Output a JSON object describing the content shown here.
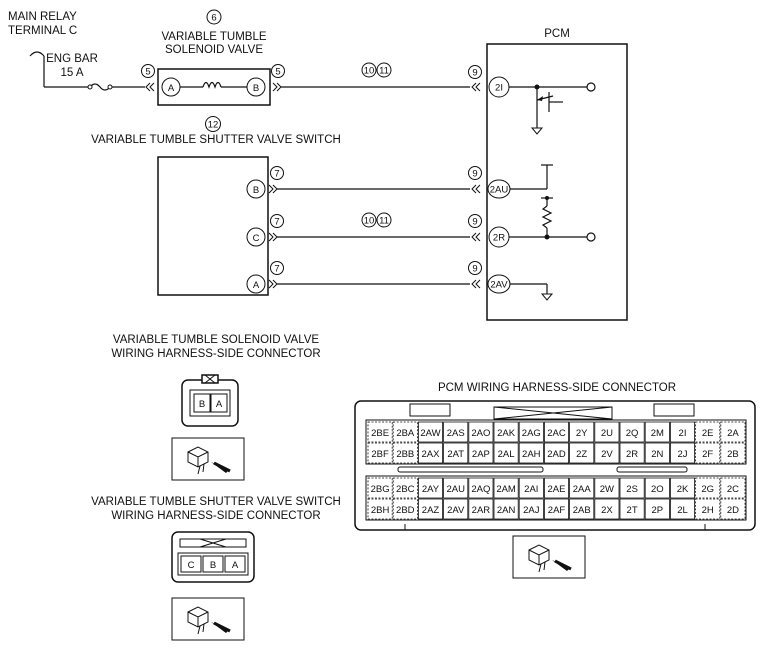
{
  "labels": {
    "main_relay": [
      "MAIN RELAY",
      "TERMINAL C"
    ],
    "eng_bar": [
      "ENG BAR",
      "15 A"
    ],
    "solenoid_valve": [
      "VARIABLE TUMBLE",
      "SOLENOID VALVE"
    ],
    "pcm": "PCM",
    "shutter_switch": "VARIABLE TUMBLE SHUTTER VALVE SWITCH",
    "solenoid_connector": [
      "VARIABLE TUMBLE SOLENOID VALVE",
      "WIRING HARNESS-SIDE CONNECTOR"
    ],
    "shutter_connector": [
      "VARIABLE TUMBLE SHUTTER VALVE SWITCH",
      "WIRING HARNESS-SIDE CONNECTOR"
    ],
    "pcm_connector": "PCM WIRING HARNESS-SIDE CONNECTOR"
  },
  "circled_numbers": {
    "n5": "5",
    "n6": "6",
    "n7": "7",
    "n9": "9",
    "n10": "10",
    "n11": "11",
    "n12": "12"
  },
  "pins": {
    "solenoid": [
      "A",
      "B"
    ],
    "switch": [
      "B",
      "C",
      "A"
    ],
    "pcm": [
      "2I",
      "2AU",
      "2R",
      "2AV"
    ]
  },
  "solenoid_connector_cells": [
    "B",
    "A"
  ],
  "shutter_connector_cells": [
    "C",
    "B",
    "A"
  ],
  "pcm_connector_rows": [
    [
      "2BE",
      "2BA",
      "2AW",
      "2AS",
      "2AO",
      "2AK",
      "2AG",
      "2AC",
      "2Y",
      "2U",
      "2Q",
      "2M",
      "2I",
      "2E",
      "2A"
    ],
    [
      "2BF",
      "2BB",
      "2AX",
      "2AT",
      "2AP",
      "2AL",
      "2AH",
      "2AD",
      "2Z",
      "2V",
      "2R",
      "2N",
      "2J",
      "2F",
      "2B"
    ],
    [
      "2BG",
      "2BC",
      "2AY",
      "2AU",
      "2AQ",
      "2AM",
      "2AI",
      "2AE",
      "2AA",
      "2W",
      "2S",
      "2O",
      "2K",
      "2G",
      "2C"
    ],
    [
      "2BH",
      "2BD",
      "2AZ",
      "2AV",
      "2AR",
      "2AN",
      "2AJ",
      "2AF",
      "2AB",
      "2X",
      "2T",
      "2P",
      "2L",
      "2H",
      "2D"
    ]
  ]
}
